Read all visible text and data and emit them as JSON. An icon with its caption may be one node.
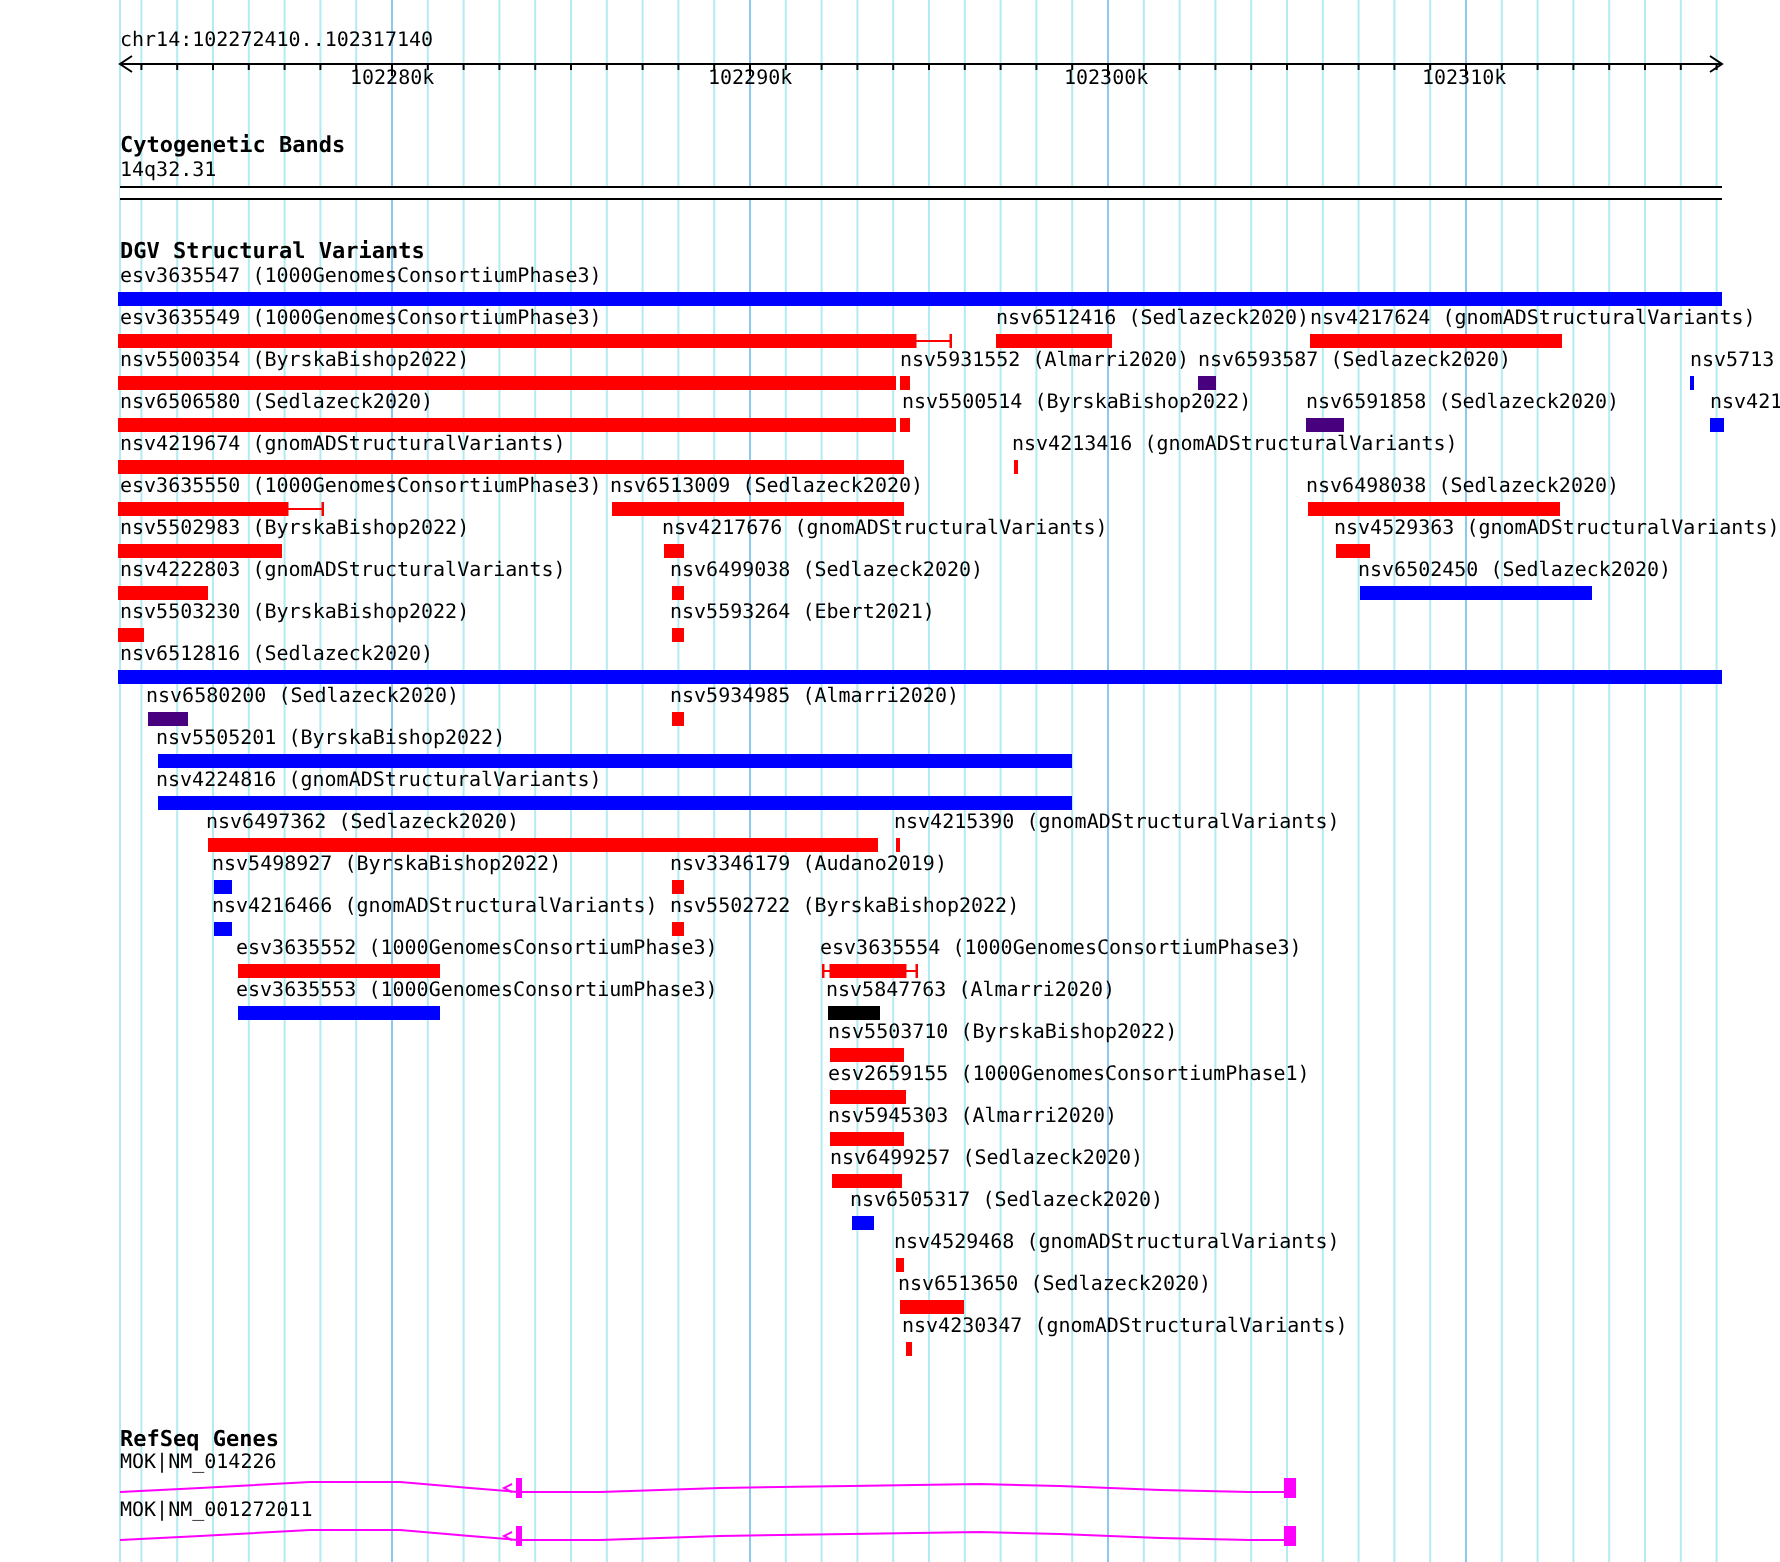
{
  "diagram": {
    "title": "chr14:102272410..102317140",
    "nodes": [
      {
        "text": [
          "Cytogenetic Bands"
        ]
      },
      {
        "text": [
          "14q32.31"
        ],
        "in": 0
      },
      {
        "text": [
          "DGV Structural Variants"
        ]
      },
      {
        "text": [
          "esv3635547 (1000GenomesConsortiumPhase3)"
        ],
        "in": 2
      },
      {
        "text": [
          "esv3635549 (1000GenomesConsortiumPhase3)"
        ],
        "in": 2
      },
      {
        "text": [
          "nsv6512416 (Sedlazeck2020)"
        ],
        "in": 2
      },
      {
        "text": [
          "nsv4217624 (gnomADStructuralVariants)"
        ],
        "in": 2
      },
      {
        "text": [
          "nsv5500354 (ByrskaBishop2022)"
        ],
        "in": 2
      },
      {
        "text": [
          "nsv5931552 (Almarri2020)"
        ],
        "in": 2
      },
      {
        "text": [
          "nsv6593587 (Sedlazeck2020)"
        ],
        "in": 2
      },
      {
        "text": [
          "nsv5713"
        ],
        "in": 2
      },
      {
        "text": [
          "nsv6506580 (Sedlazeck2020)"
        ],
        "in": 2
      },
      {
        "text": [
          "nsv5500514 (ByrskaBishop2022)"
        ],
        "in": 2
      },
      {
        "text": [
          "nsv6591858 (Sedlazeck2020)"
        ],
        "in": 2
      },
      {
        "text": [
          "nsv421"
        ],
        "in": 2
      },
      {
        "text": [
          "nsv4219674 (gnomADStructuralVariants)"
        ],
        "in": 2
      },
      {
        "text": [
          "nsv4213416 (gnomADStructuralVariants)"
        ],
        "in": 2
      },
      {
        "text": [
          "esv3635550 (1000GenomesConsortiumPhase3)"
        ],
        "in": 2
      },
      {
        "text": [
          "nsv6513009 (Sedlazeck2020)"
        ],
        "in": 2
      },
      {
        "text": [
          "nsv6498038 (Sedlazeck2020)"
        ],
        "in": 2
      },
      {
        "text": [
          "nsv5502983 (ByrskaBishop2022)"
        ],
        "in": 2
      },
      {
        "text": [
          "nsv4217676 (gnomADStructuralVariants)"
        ],
        "in": 2
      },
      {
        "text": [
          "nsv4529363 (gnomADStructuralVariants)"
        ],
        "in": 2
      },
      {
        "text": [
          "nsv4222803 (gnomADStructuralVariants)"
        ],
        "in": 2
      },
      {
        "text": [
          "nsv6499038 (Sedlazeck2020)"
        ],
        "in": 2
      },
      {
        "text": [
          "nsv6502450 (Sedlazeck2020)"
        ],
        "in": 2
      },
      {
        "text": [
          "nsv5503230 (ByrskaBishop2022)"
        ],
        "in": 2
      },
      {
        "text": [
          "nsv5593264 (Ebert2021)"
        ],
        "in": 2
      },
      {
        "text": [
          "nsv6512816 (Sedlazeck2020)"
        ],
        "in": 2
      },
      {
        "text": [
          "nsv6580200 (Sedlazeck2020)"
        ],
        "in": 2
      },
      {
        "text": [
          "nsv5934985 (Almarri2020)"
        ],
        "in": 2
      },
      {
        "text": [
          "nsv5505201 (ByrskaBishop2022)"
        ],
        "in": 2
      },
      {
        "text": [
          "nsv4224816 (gnomADStructuralVariants)"
        ],
        "in": 2
      },
      {
        "text": [
          "nsv6497362 (Sedlazeck2020)"
        ],
        "in": 2
      },
      {
        "text": [
          "nsv4215390 (gnomADStructuralVariants)"
        ],
        "in": 2
      },
      {
        "text": [
          "nsv5498927 (ByrskaBishop2022)"
        ],
        "in": 2
      },
      {
        "text": [
          "nsv3346179 (Audano2019)"
        ],
        "in": 2
      },
      {
        "text": [
          "nsv4216466 (gnomADStructuralVariants)"
        ],
        "in": 2
      },
      {
        "text": [
          "nsv5502722 (ByrskaBishop2022)"
        ],
        "in": 2
      },
      {
        "text": [
          "esv3635552 (1000GenomesConsortiumPhase3)"
        ],
        "in": 2
      },
      {
        "text": [
          "esv3635554 (1000GenomesConsortiumPhase3)"
        ],
        "in": 2
      },
      {
        "text": [
          "esv3635553 (1000GenomesConsortiumPhase3)"
        ],
        "in": 2
      },
      {
        "text": [
          "nsv5847763 (Almarri2020)"
        ],
        "in": 2
      },
      {
        "text": [
          "nsv5503710 (ByrskaBishop2022)"
        ],
        "in": 2
      },
      {
        "text": [
          "esv2659155 (1000GenomesConsortiumPhase1)"
        ],
        "in": 2
      },
      {
        "text": [
          "nsv5945303 (Almarri2020)"
        ],
        "in": 2
      },
      {
        "text": [
          "nsv6499257 (Sedlazeck2020)"
        ],
        "in": 2
      },
      {
        "text": [
          "nsv6505317 (Sedlazeck2020)"
        ],
        "in": 2
      },
      {
        "text": [
          "nsv4529468 (gnomADStructuralVariants)"
        ],
        "in": 2
      },
      {
        "text": [
          "nsv6513650 (Sedlazeck2020)"
        ],
        "in": 2
      },
      {
        "text": [
          "nsv4230347 (gnomADStructuralVariants)"
        ],
        "in": 2
      },
      {
        "text": [
          "RefSeq Genes"
        ]
      },
      {
        "text": [
          "MOK|NM_014226"
        ],
        "in": 51
      },
      {
        "text": [
          "MOK|NM_001272011"
        ],
        "in": 51
      }
    ],
    "labels": [
      "102280k",
      "102290k",
      "102300k",
      "102310k"
    ]
  }
}
